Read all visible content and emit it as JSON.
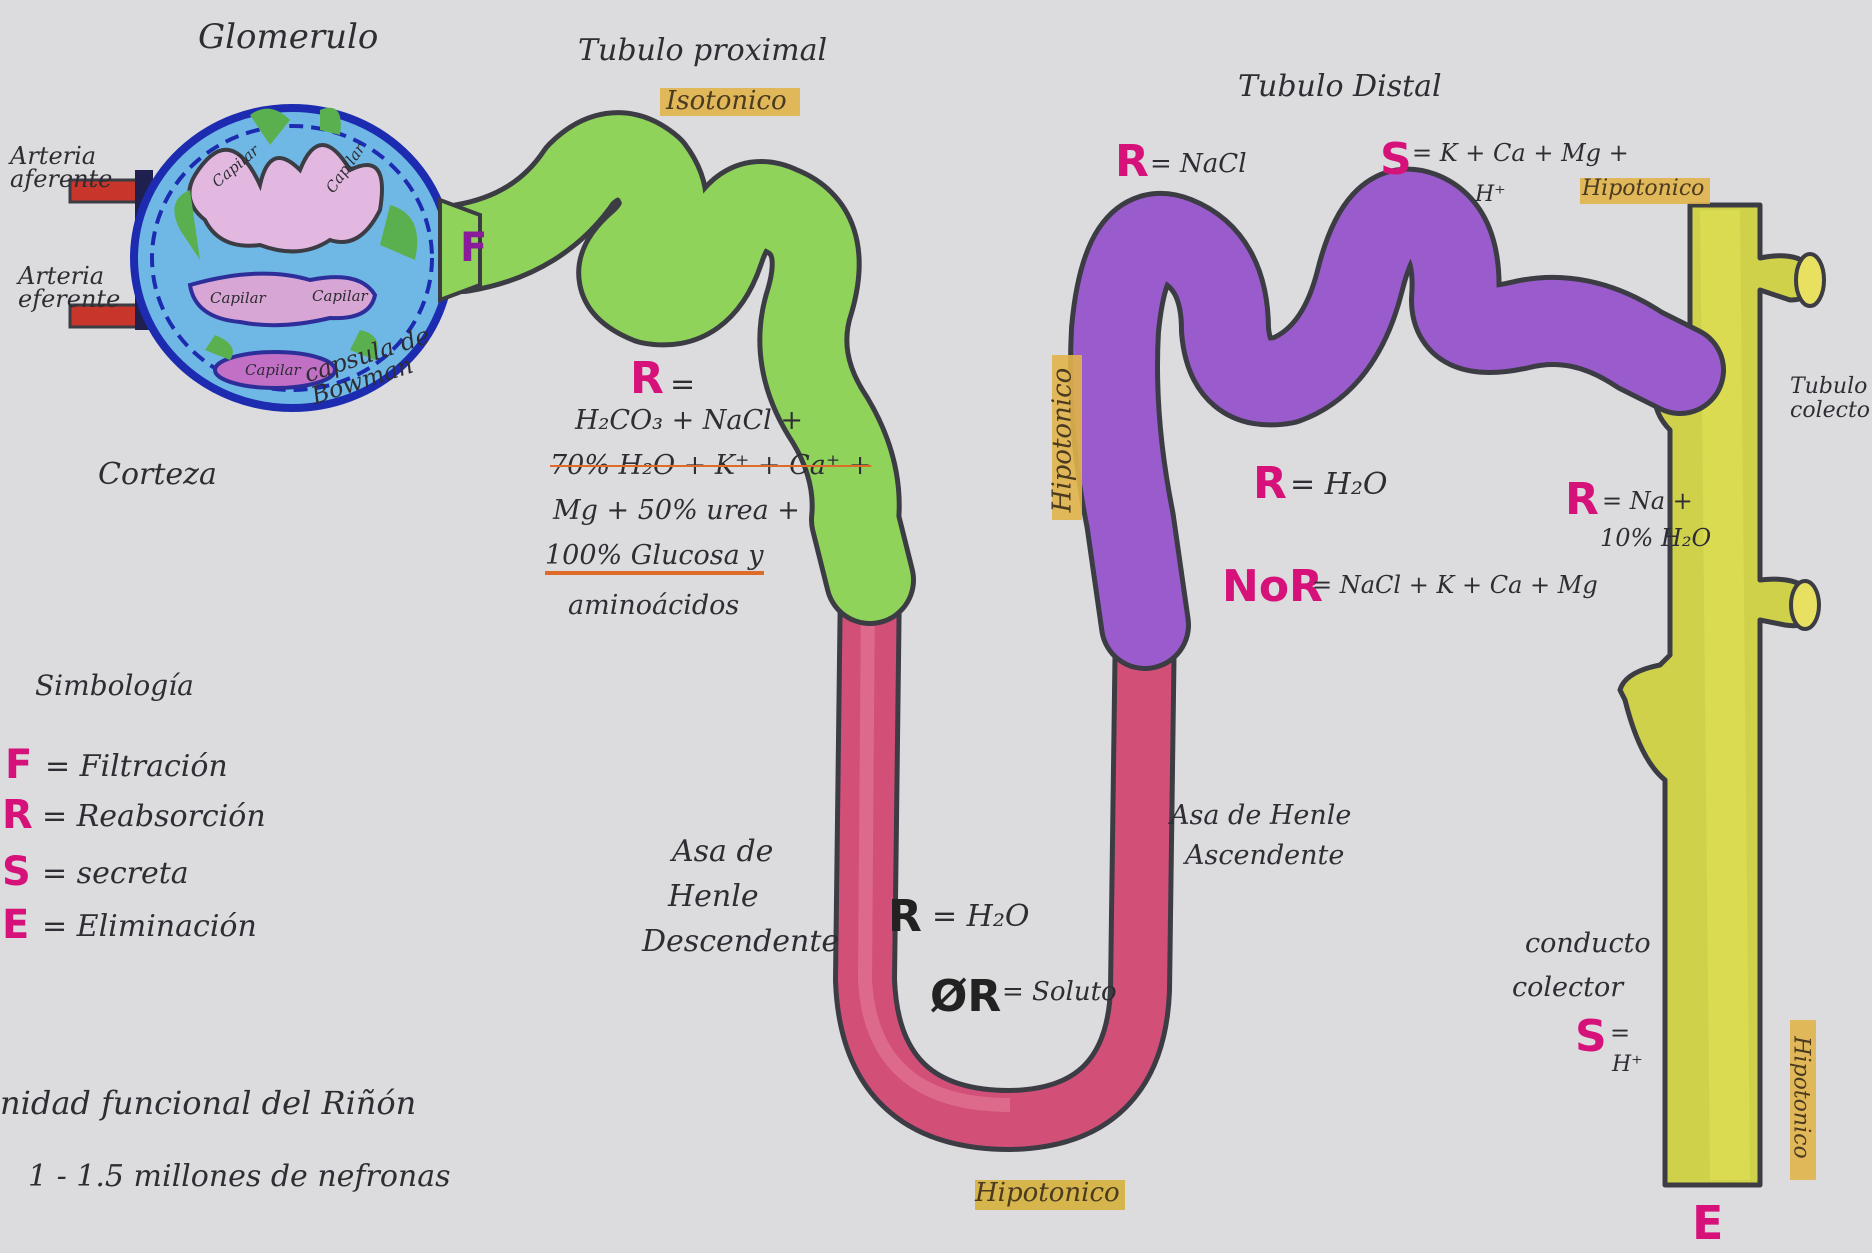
{
  "labels": {
    "glomerulo": "Glomerulo",
    "arteria_aferente": "Arteria aferente",
    "arteria_eferente": "Arteria eferente",
    "capsula_bowman": "capsula de Bowman",
    "corteza": "Corteza",
    "tubulo_proximal": "Tubulo proximal",
    "isotonico": "Isotonico",
    "tubulo_distal": "Tubulo Distal",
    "hipotonico_top": "Hipotonico",
    "hipotonico_side": "Hipotonico",
    "hipotonico_bottom": "Hipotonico",
    "hipotonico_right": "Hipotonico",
    "tubulo_colector": "Tubulo colecto",
    "asa_desc": [
      "Asa de",
      "Henle",
      "Descendente"
    ],
    "asa_asc": [
      "Asa de Henle",
      "Ascendente"
    ],
    "conducto_colector": [
      "conducto",
      "colector"
    ],
    "capilares": [
      "Capilar",
      "Capilar",
      "Capilar",
      "Capilar",
      "Capilar"
    ],
    "filtracion_mark": "F",
    "eliminacion_mark": "E"
  },
  "proximal": {
    "r_mark": "R",
    "r_eq": "=",
    "lines": [
      "H₂CO₃ + NaCl +",
      "70% H₂O + K⁺ + Ca⁺ +",
      "Mg + 50% urea +",
      "100% Glucosa y",
      "aminoácidos"
    ]
  },
  "distal": {
    "r_mark": "R",
    "r_text": "= NaCl",
    "s_mark": "S",
    "s_text": "= K + Ca + Mg +",
    "s_text2": "H⁺",
    "r2_mark": "R",
    "r2_text": "= H₂O",
    "nor_mark": "NoR",
    "nor_text": "= NaCl + K + Ca + Mg"
  },
  "descending": {
    "r_mark": "R",
    "r_text": "= H₂O",
    "nr_mark": "ØR",
    "nr_text": "= Soluto"
  },
  "collector": {
    "r_mark": "R",
    "r_text": "= Na +",
    "r_text2": "10% H₂O",
    "s_mark": "S",
    "s_text": "=",
    "s_text2": "H⁺"
  },
  "legend": {
    "title": "Simbología",
    "items": [
      {
        "mark": "F",
        "text": "= Filtración"
      },
      {
        "mark": "R",
        "text": "= Reabsorción"
      },
      {
        "mark": "S",
        "text": "= secreta"
      },
      {
        "mark": "E",
        "text": "= Eliminación"
      }
    ]
  },
  "footer": {
    "line1": "nidad funcional del Riñón",
    "line2": "1 - 1.5 millones de nefronas"
  },
  "colors": {
    "proximal": "#8fd35a",
    "distal": "#9a5ccc",
    "henle": "#d04a72",
    "collector": "#d2d24a",
    "mark": "#d6127a",
    "paper": "#dcdcde"
  }
}
